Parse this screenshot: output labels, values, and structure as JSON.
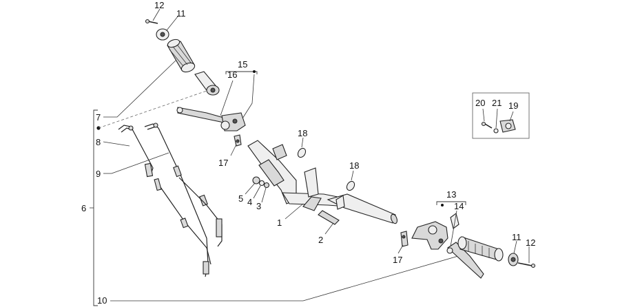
{
  "callouts": {
    "c1": "1",
    "c2": "2",
    "c3": "3",
    "c4": "4",
    "c5": "5",
    "c6": "6",
    "c7": "7",
    "c8": "8",
    "c9": "9",
    "c10": "10",
    "c11_top": "11",
    "c12_top": "12",
    "c11_right": "11",
    "c12_right": "12",
    "c13": "13",
    "c14": "14",
    "c15": "15",
    "c16": "16",
    "c17_left": "17",
    "c17_right": "17",
    "c18_top": "18",
    "c18_mid": "18",
    "c19": "19",
    "c20": "20",
    "c21": "21"
  },
  "colors": {
    "line": "#222222",
    "part_fill": "#d9d9d9",
    "background": "#ffffff"
  }
}
